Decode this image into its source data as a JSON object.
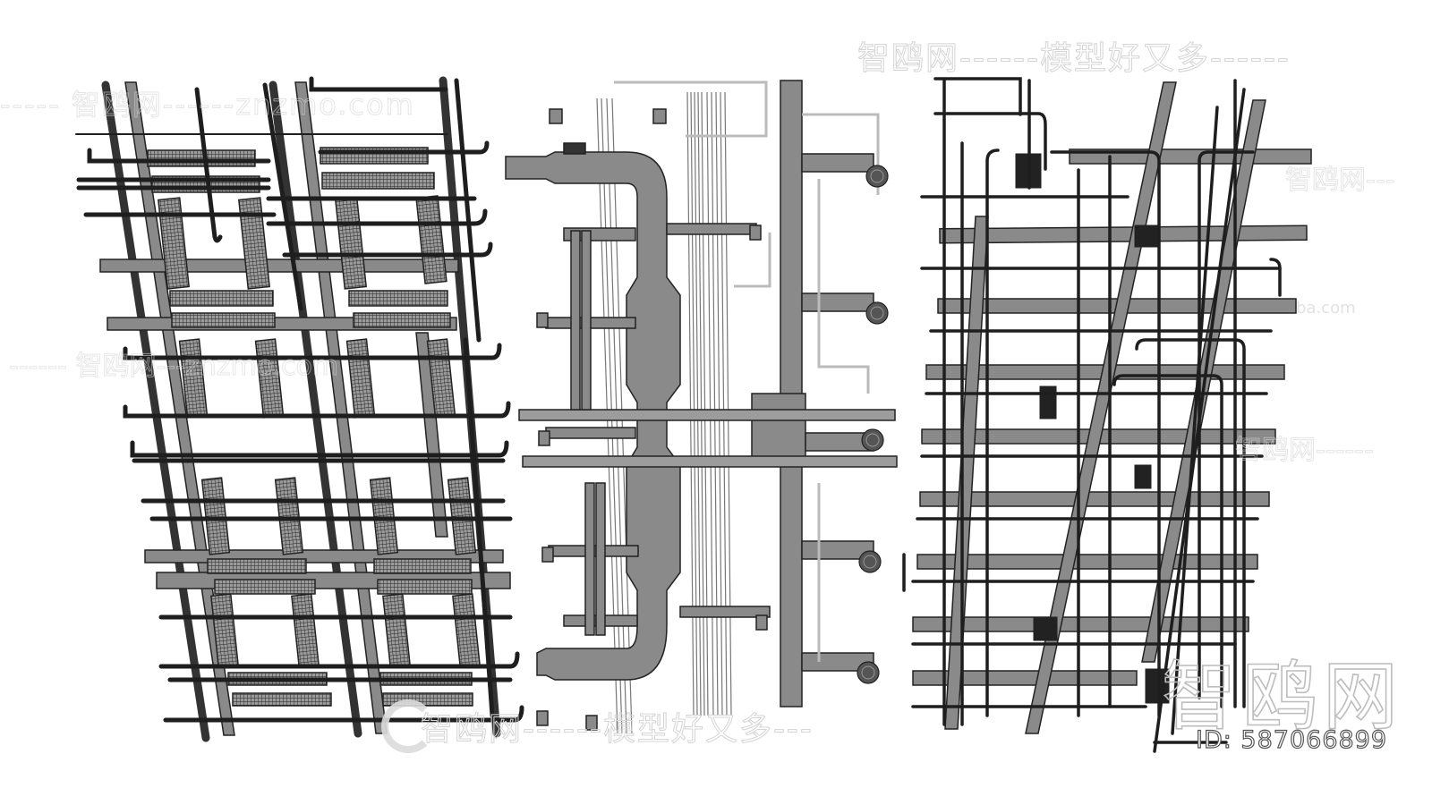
{
  "image": {
    "subject": "3D MEP pipe rack / duct / cable tray model preview",
    "panels": [
      {
        "name": "left-panel",
        "description": "cable trays with mesh grating, vertical pipes and hooked conduits"
      },
      {
        "name": "center-panel",
        "description": "HVAC ductwork with elbows, diffusers, vertical riser and parallel pipes"
      },
      {
        "name": "right-panel",
        "description": "grid of horizontal ducts with dense conduit runs and square diffusers"
      }
    ]
  },
  "watermarks": {
    "top": "智鸥网------模型好又多------",
    "bottom": "智鸥网------模型好又多---",
    "left_1": "----- 智鸥网------znzmo.com",
    "left_2": "------ 智鸥网---znzmo.com",
    "right_1": "智鸥网---",
    "right_2": "智鸥网------",
    "domain_fragment": "ba.com",
    "big_logo": "智鸥网"
  },
  "id_label": "ID: 587066899",
  "colors": {
    "background": "#ffffff",
    "duct_fill": "#8a8a8a",
    "pipe_dark": "#1e1e1e",
    "outline": "#222222",
    "watermark": "#d4d4d4"
  }
}
